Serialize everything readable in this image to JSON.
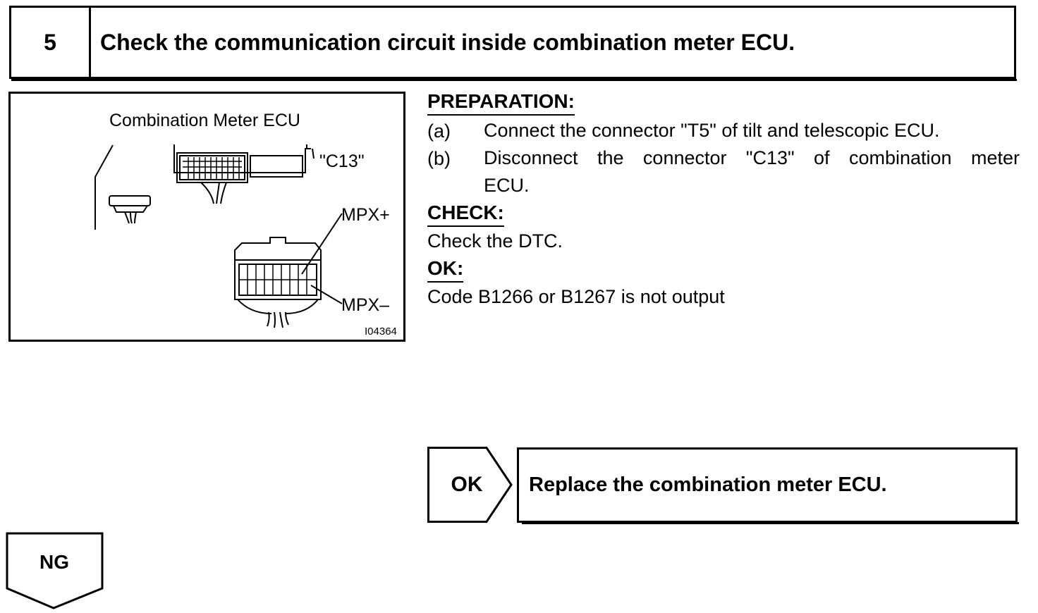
{
  "step": {
    "number": "5",
    "title": "Check the communication circuit inside combination meter ECU."
  },
  "figure": {
    "title": "Combination Meter ECU",
    "connector_label": "\"C13\"",
    "pin_plus": "MPX+",
    "pin_minus": "MPX–",
    "figure_id": "I04364"
  },
  "preparation": {
    "heading": "PREPARATION:",
    "items": [
      {
        "letter": "(a)",
        "text": "Connect the connector \"T5\" of tilt and telescopic ECU."
      },
      {
        "letter": "(b)",
        "text": "Disconnect the connector \"C13\" of combination meter",
        "text2": "ECU."
      }
    ]
  },
  "check": {
    "heading": "CHECK:",
    "text": "Check the DTC."
  },
  "ok": {
    "heading": "OK:",
    "text": "Code B1266 or B1267 is not output"
  },
  "ok_result": {
    "label": "OK",
    "action": "Replace the combination meter ECU."
  },
  "ng_result": {
    "label": "NG"
  }
}
